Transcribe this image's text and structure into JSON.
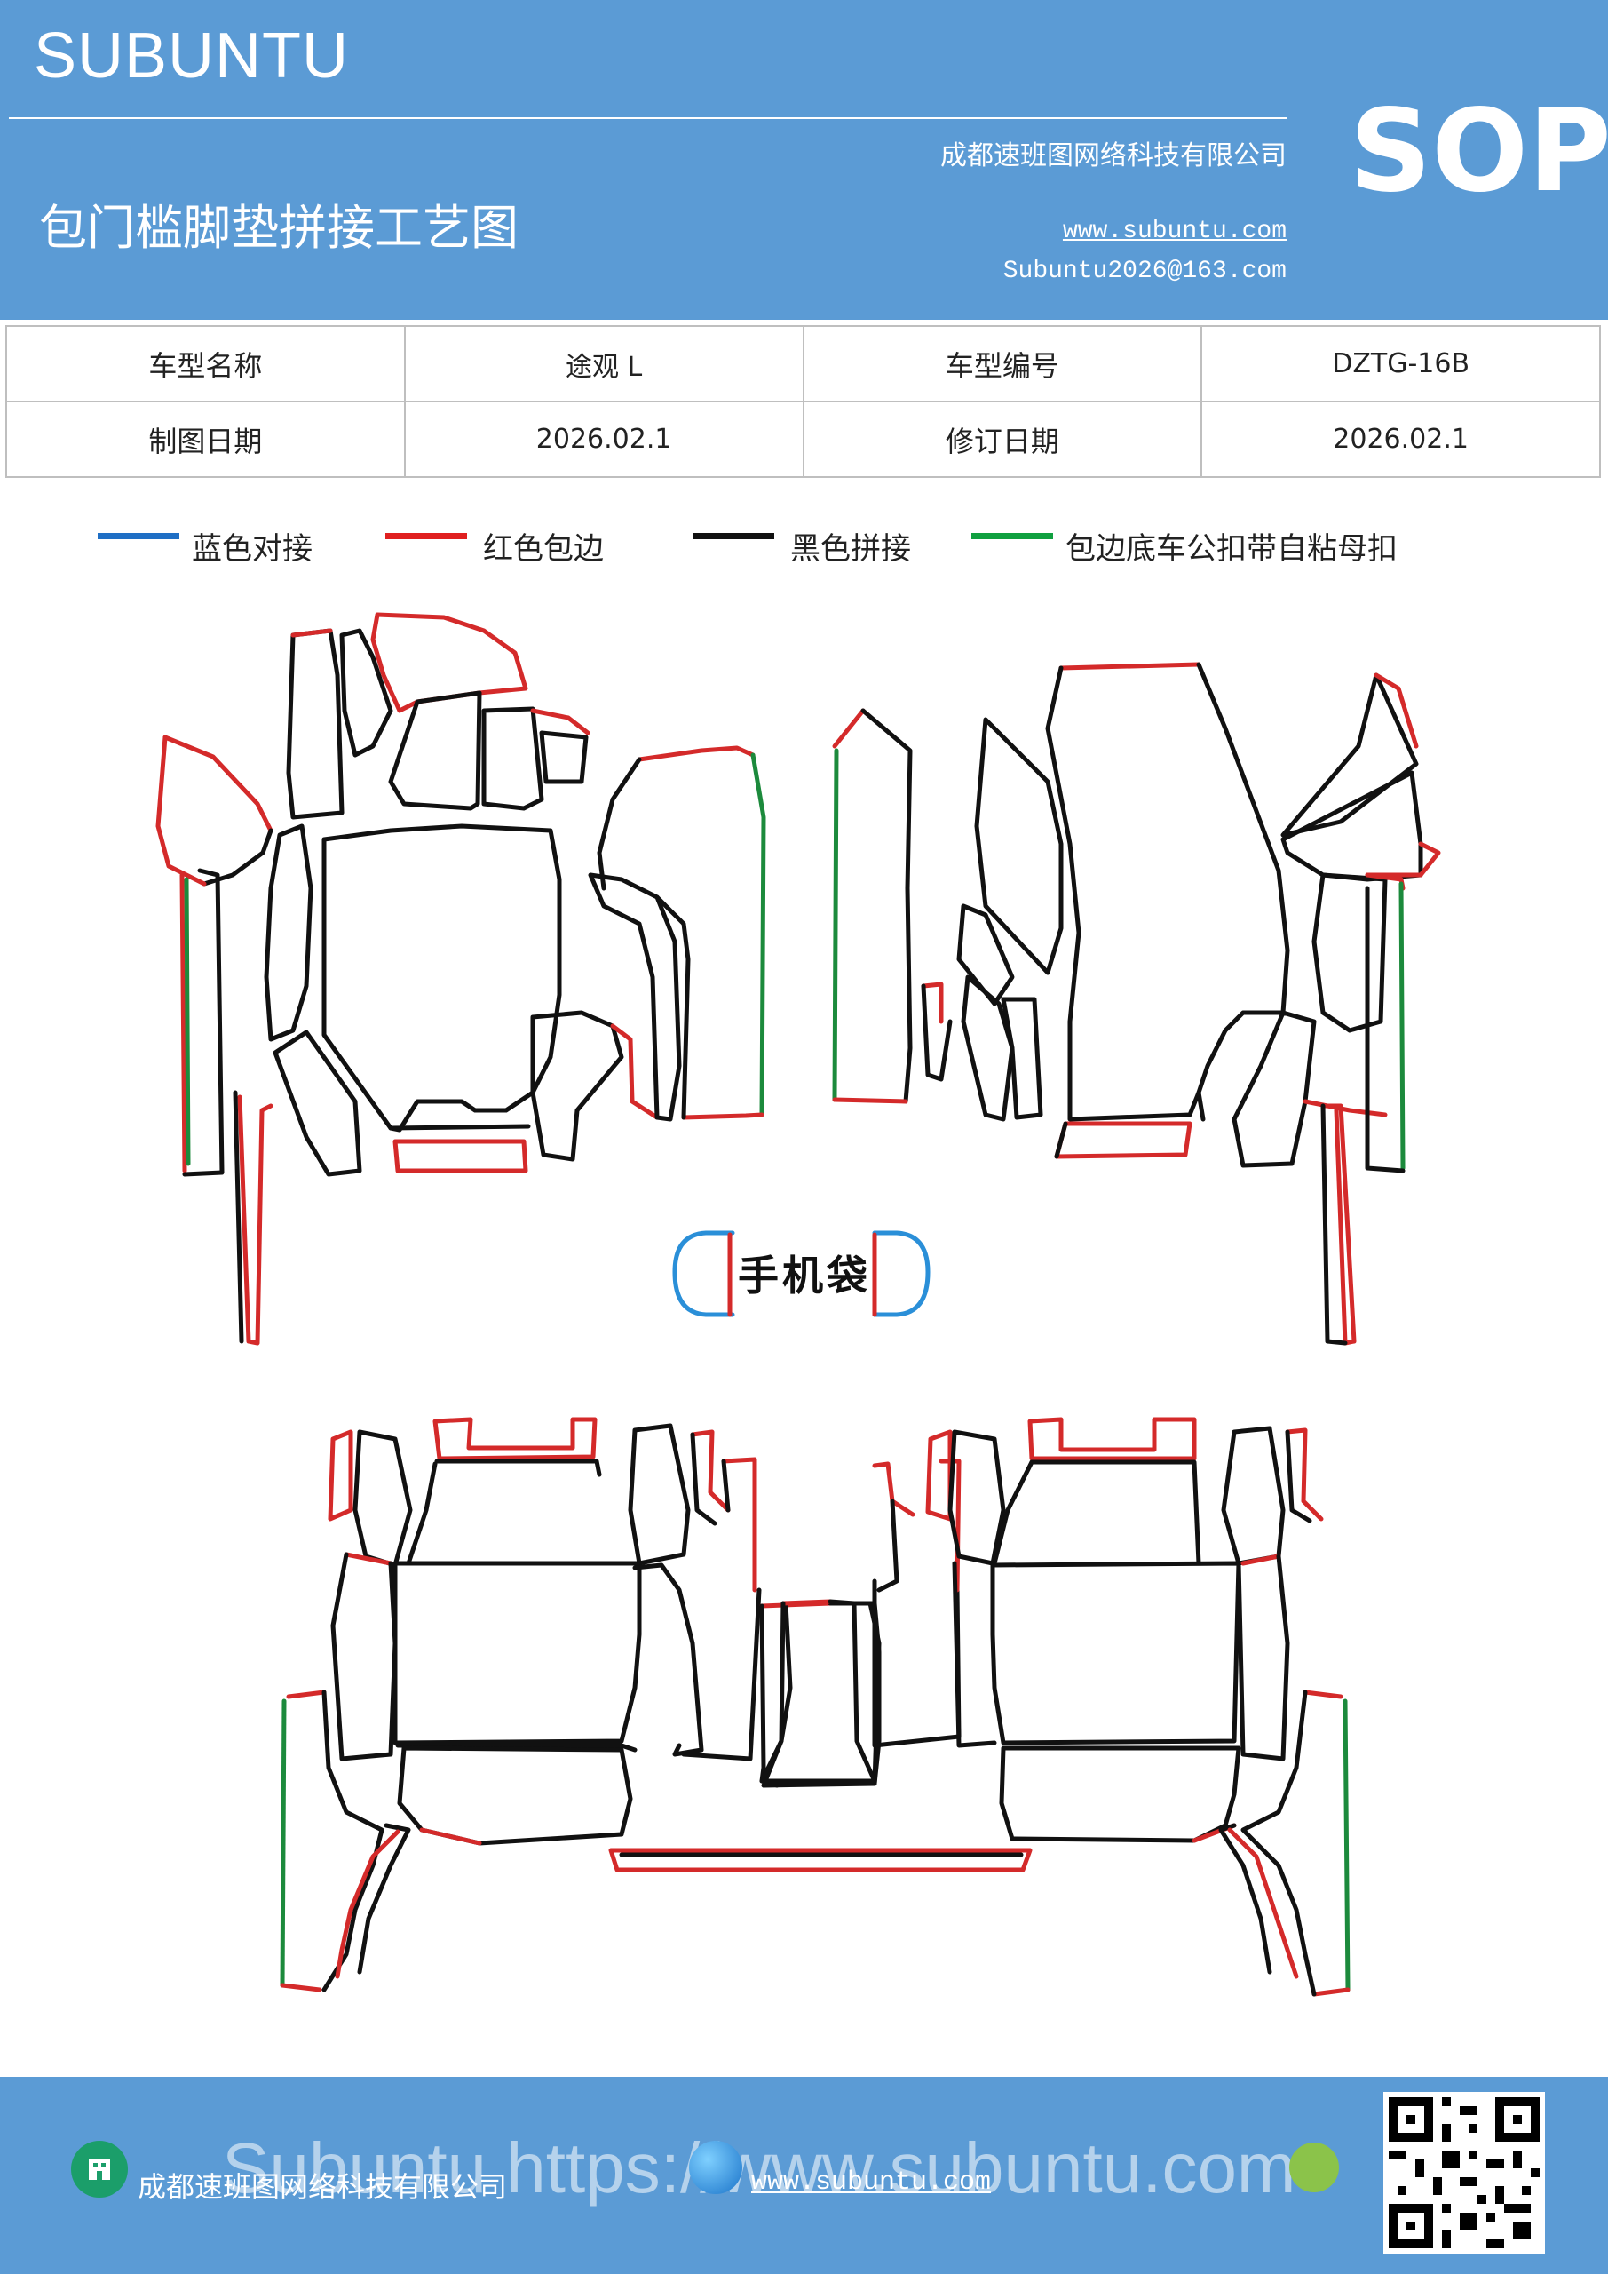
{
  "header": {
    "brand": "SUBUNTU",
    "title": "包门槛脚垫拼接工艺图",
    "company": "成都速班图网络科技有限公司",
    "website": "www.subuntu.com",
    "email": "Subuntu2026@163.com",
    "badge": "SOP"
  },
  "info_table": {
    "row1": {
      "label1": "车型名称",
      "value1": "途观 L",
      "label2": "车型编号",
      "value2": "DZTG-16B"
    },
    "row2": {
      "label1": "制图日期",
      "value1": "2026.02.1",
      "label2": "修订日期",
      "value2": "2026.02.1"
    }
  },
  "legend": [
    {
      "label": "蓝色对接",
      "color": "#1f6fc5"
    },
    {
      "label": "红色包边",
      "color": "#e02020"
    },
    {
      "label": "黑色拼接",
      "color": "#111111"
    },
    {
      "label": "包边底车公扣带自粘母扣",
      "color": "#10a040"
    }
  ],
  "diagram": {
    "phone_pocket_label": "手机袋",
    "colors": {
      "black": "#111111",
      "red": "#d42a2a",
      "green": "#1c8a3c",
      "blue": "#2a8fd8"
    }
  },
  "footer": {
    "company": "成都速班图网络科技有限公司",
    "website": "www.subuntu.com",
    "watermark": "Subuntu https://www.subuntu.com"
  }
}
